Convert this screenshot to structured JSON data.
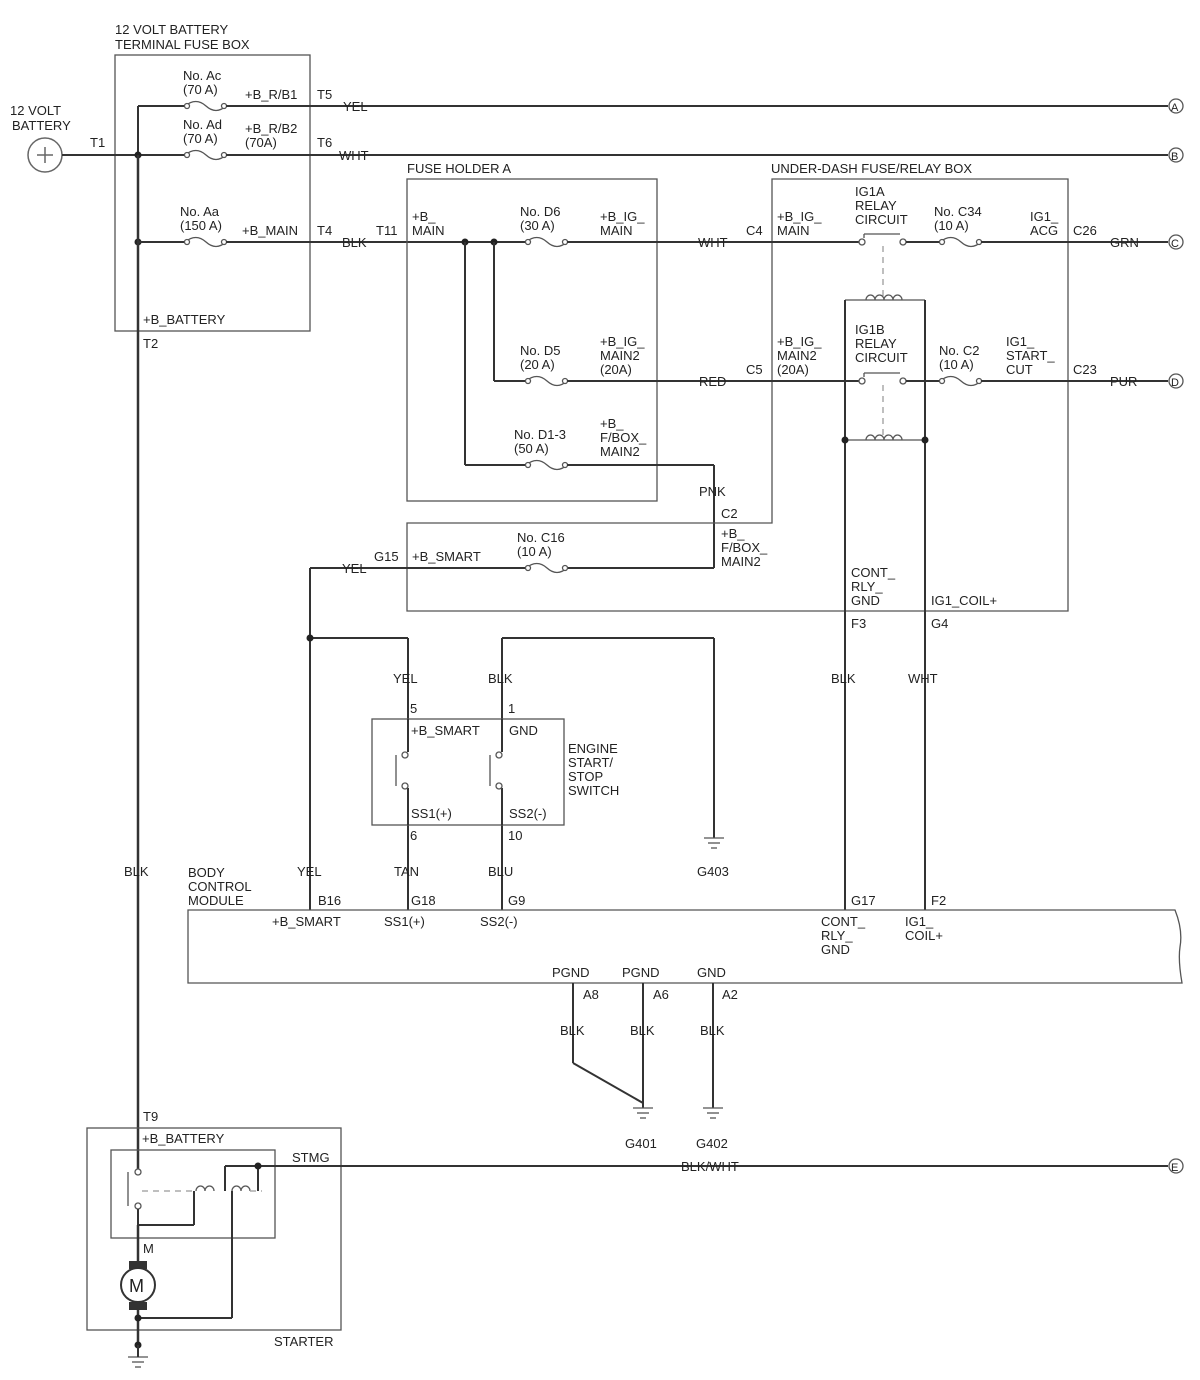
{
  "battery": {
    "line1": "12 VOLT",
    "line2": "BATTERY"
  },
  "fuse_box_12v": {
    "line1": "12 VOLT BATTERY",
    "line2": "TERMINAL FUSE BOX",
    "ac": {
      "line1": "No. Ac",
      "line2": "(70 A)",
      "circuit": "+B_R/B1",
      "term": "T5"
    },
    "ad": {
      "line1": "No. Ad",
      "line2": "(70 A)",
      "circuit1": "+B_R/B2",
      "circuit2": "(70A)",
      "term": "T6"
    },
    "aa": {
      "line1": "No. Aa",
      "line2": "(150 A)",
      "circuit": "+B_MAIN",
      "term": "T4"
    },
    "battery_label": "+B_BATTERY",
    "t1": "T1",
    "t2": "T2"
  },
  "fuse_holder_a": {
    "title": "FUSE HOLDER A",
    "t11": "T11",
    "input1": "+B_",
    "input2": "MAIN",
    "d6": {
      "line1": "No. D6",
      "line2": "(30 A)",
      "out1": "+B_IG_",
      "out2": "MAIN"
    },
    "d5": {
      "line1": "No. D5",
      "line2": "(20 A)",
      "out1": "+B_IG_",
      "out2": "MAIN2",
      "out3": "(20A)"
    },
    "d13": {
      "line1": "No. D1-3",
      "line2": "(50 A)",
      "out1": "+B_",
      "out2": "F/BOX_",
      "out3": "MAIN2"
    }
  },
  "under_dash": {
    "title": "UNDER-DASH FUSE/RELAY BOX",
    "c4": "C4",
    "c4_label1": "+B_IG_",
    "c4_label2": "MAIN",
    "c5": "C5",
    "c5_label1": "+B_IG_",
    "c5_label2": "MAIN2",
    "c5_label3": "(20A)",
    "ig1a": {
      "line1": "IG1A",
      "line2": "RELAY",
      "line3": "CIRCUIT"
    },
    "ig1b": {
      "line1": "IG1B",
      "line2": "RELAY",
      "line3": "CIRCUIT"
    },
    "c34": {
      "line1": "No. C34",
      "line2": "(10 A)",
      "out1": "IG1_",
      "out2": "ACG",
      "term": "C26"
    },
    "c2f": {
      "line1": "No. C2",
      "line2": "(10 A)",
      "out1": "IG1_",
      "out2": "START_",
      "out3": "CUT",
      "term": "C23"
    },
    "c2": "C2",
    "c2_label1": "+B_",
    "c2_label2": "F/BOX_",
    "c2_label3": "MAIN2",
    "c16": {
      "line1": "No. C16",
      "line2": "(10 A)"
    },
    "g15": "G15",
    "smart": "+B_SMART",
    "cont1": "CONT_",
    "cont2": "RLY_",
    "cont3": "GND",
    "ig1coil": "IG1_COIL+",
    "f3": "F3",
    "g4": "G4"
  },
  "wires": {
    "yel": "YEL",
    "wht": "WHT",
    "blk": "BLK",
    "grn": "GRN",
    "red": "RED",
    "pur": "PUR",
    "pnk": "PNK",
    "tan": "TAN",
    "blu": "BLU",
    "blkwht": "BLK/WHT"
  },
  "connectors": {
    "a": "A",
    "b": "B",
    "c": "C",
    "d": "D",
    "e": "E"
  },
  "switch": {
    "line1": "ENGINE",
    "line2": "START/",
    "line3": "STOP",
    "line4": "SWITCH",
    "pin5": "5",
    "pin1": "1",
    "pin6": "6",
    "pin10": "10",
    "smart": "+B_SMART",
    "gnd": "GND",
    "ss1": "SS1(+)",
    "ss2": "SS2(-)"
  },
  "bcm": {
    "line1": "BODY",
    "line2": "CONTROL",
    "line3": "MODULE",
    "b16": "B16",
    "g18": "G18",
    "g9": "G9",
    "g17": "G17",
    "f2": "F2",
    "smart": "+B_SMART",
    "ss1": "SS1(+)",
    "ss2": "SS2(-)",
    "cont1": "CONT_",
    "cont2": "RLY_",
    "cont3": "GND",
    "ig1_1": "IG1_",
    "ig1_2": "COIL+",
    "pgnd": "PGND",
    "gnd": "GND",
    "a8": "A8",
    "a6": "A6",
    "a2": "A2"
  },
  "grounds": {
    "g403": "G403",
    "g401": "G401",
    "g402": "G402"
  },
  "starter": {
    "title": "STARTER",
    "t9": "T9",
    "battery": "+B_BATTERY",
    "stmg": "STMG",
    "m": "M",
    "motor": "M"
  }
}
